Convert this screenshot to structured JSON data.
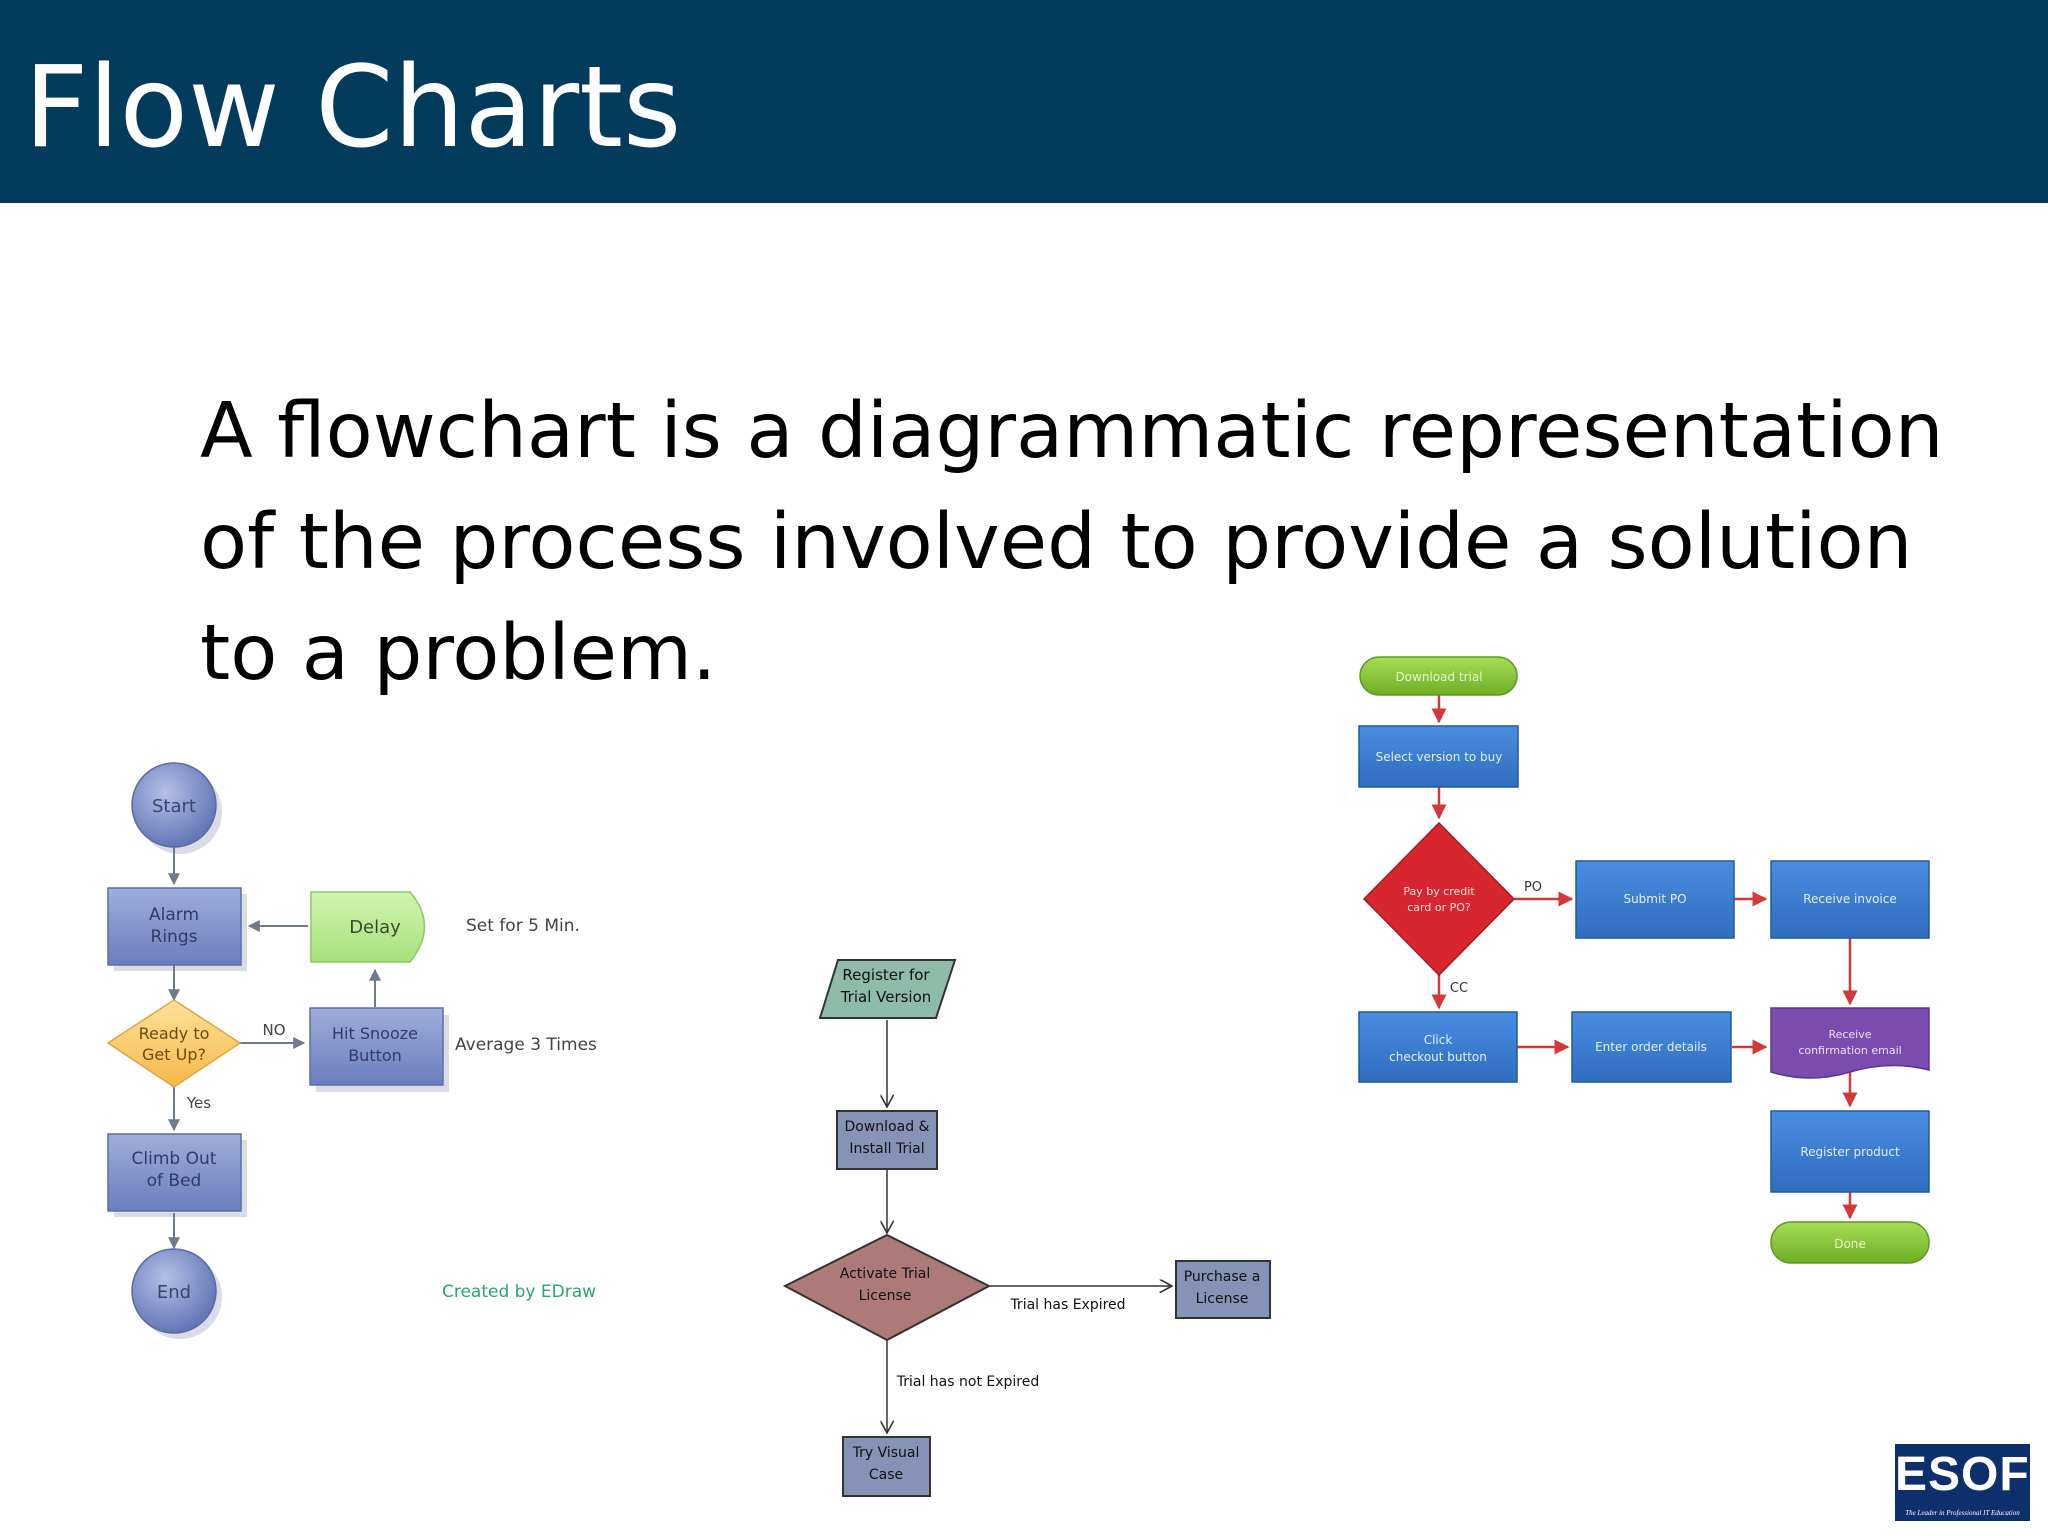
{
  "slide": {
    "title": "Flow Charts",
    "body_lines": [
      "A flowchart is a diagrammatic representation",
      "of the process involved to provide a solution",
      "to a problem."
    ]
  },
  "colors": {
    "header": "#023b5c",
    "left_node": "#7f92c8",
    "left_node_dark": "#5d6fa8",
    "delay": "#b7ea8c",
    "decision_yellow": "#f9c86a",
    "middle_box": "#8593b7",
    "middle_io": "#8fbcaa",
    "middle_decision": "#ae7a78",
    "right_box": "#3b7ed1",
    "right_terminal": "#86c435",
    "right_decision": "#d8262e",
    "right_doc": "#7b4bb0",
    "arrow_red": "#d23a3a",
    "edraw_credit": "#2aa56c",
    "logo_bg": "#0d2f6b"
  },
  "left_flowchart": {
    "start": "Start",
    "alarm": [
      "Alarm",
      "Rings"
    ],
    "delay": "Delay",
    "delay_note": "Set for 5 Min.",
    "decision": [
      "Ready to",
      "Get Up?"
    ],
    "no_label": "NO",
    "snooze": [
      "Hit Snooze",
      "Button"
    ],
    "snooze_note": "Average 3 Times",
    "yes_label": "Yes",
    "climb": [
      "Climb Out",
      "of Bed"
    ],
    "end": "End",
    "credit": "Created by EDraw"
  },
  "middle_flowchart": {
    "register": [
      "Register for",
      "Trial Version"
    ],
    "download": [
      "Download &",
      "Install Trial"
    ],
    "activate": [
      "Activate Trial",
      "License"
    ],
    "expired_label": "Trial has Expired",
    "purchase": [
      "Purchase a",
      "License"
    ],
    "not_expired_label": "Trial has not Expired",
    "try": [
      "Try Visual",
      "Case"
    ]
  },
  "right_flowchart": {
    "download_trial": "Download trial",
    "select_version": "Select version to buy",
    "pay_decision": [
      "Pay by credit",
      "card or PO?"
    ],
    "po_label": "PO",
    "submit_po": "Submit PO",
    "receive_invoice": "Receive invoice",
    "cc_label": "CC",
    "click_checkout": [
      "Click",
      "checkout button"
    ],
    "enter_details": "Enter order details",
    "confirmation": [
      "Receive",
      "confirmation email"
    ],
    "register_product": "Register product",
    "done": "Done"
  },
  "logo": {
    "text": "ESOFT",
    "tagline": "The Leader in Professional IT Education"
  }
}
